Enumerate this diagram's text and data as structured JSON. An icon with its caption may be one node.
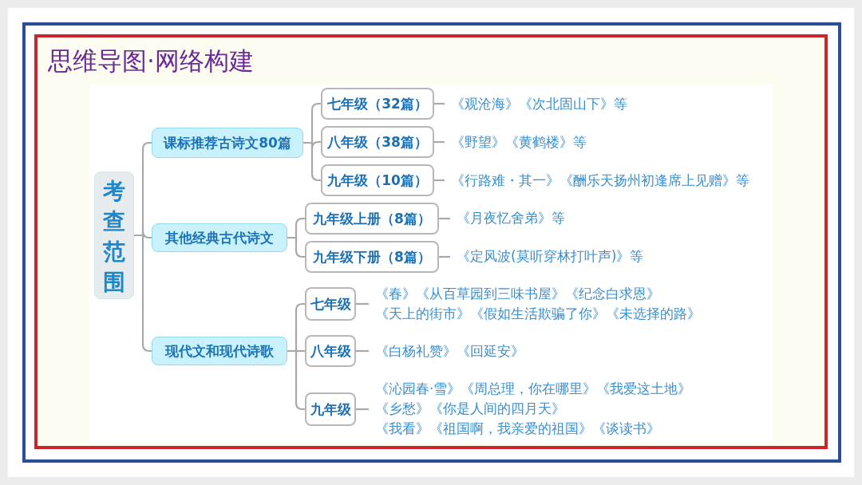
{
  "diagram": {
    "title": "思维导图·网络构建",
    "nodes": [
      {
        "text": [
          "考查范围"
        ]
      },
      {
        "text": [
          "课标推荐古诗文80篇"
        ]
      },
      {
        "text": [
          "其他经典古代诗文"
        ]
      },
      {
        "text": [
          "现代文和现代诗歌"
        ]
      },
      {
        "text": [
          "七年级（32篇）"
        ]
      },
      {
        "text": [
          "八年级（38篇）"
        ]
      },
      {
        "text": [
          "九年级（10篇）"
        ]
      },
      {
        "text": [
          "九年级上册（8篇）"
        ]
      },
      {
        "text": [
          "九年级下册（8篇）"
        ]
      },
      {
        "text": [
          "七年级"
        ]
      },
      {
        "text": [
          "八年级"
        ]
      },
      {
        "text": [
          "九年级"
        ]
      },
      {
        "text": [
          "《观沧海》《次北固山下》等"
        ]
      },
      {
        "text": [
          "《野望》《黄鹤楼》等"
        ]
      },
      {
        "text": [
          "《行路难・其一》《酬乐天扬州初逢席上见赠》等"
        ]
      },
      {
        "text": [
          "《月夜忆舍弟》等"
        ]
      },
      {
        "text": [
          "《定风波(莫听穿林打叶声)》等"
        ]
      },
      {
        "text": [
          "《春》《从百草园到三味书屋》《纪念白求恩》",
          "《天上的街市》《假如生活欺骗了你》《未选择的路》"
        ]
      },
      {
        "text": [
          "《白杨礼赞》《回延安》"
        ]
      },
      {
        "text": [
          "《沁园春·雪》《周总理，你在哪里》《我爱这土地》",
          "《乡愁》《你是人间的四月天》",
          "《我看》《祖国啊，我亲爱的祖国》《谈读书》"
        ]
      }
    ],
    "edges": [
      {
        "from": 0,
        "to": 1,
        "arrow": "none"
      },
      {
        "from": 0,
        "to": 2,
        "arrow": "none"
      },
      {
        "from": 0,
        "to": 3,
        "arrow": "none"
      },
      {
        "from": 1,
        "to": 4,
        "arrow": "none"
      },
      {
        "from": 1,
        "to": 5,
        "arrow": "none"
      },
      {
        "from": 1,
        "to": 6,
        "arrow": "none"
      },
      {
        "from": 2,
        "to": 7,
        "arrow": "none"
      },
      {
        "from": 2,
        "to": 8,
        "arrow": "none"
      },
      {
        "from": 3,
        "to": 9,
        "arrow": "none"
      },
      {
        "from": 3,
        "to": 10,
        "arrow": "none"
      },
      {
        "from": 3,
        "to": 11,
        "arrow": "none"
      },
      {
        "from": 4,
        "to": 12,
        "arrow": "none"
      },
      {
        "from": 5,
        "to": 13,
        "arrow": "none"
      },
      {
        "from": 6,
        "to": 14,
        "arrow": "none"
      },
      {
        "from": 7,
        "to": 15,
        "arrow": "none"
      },
      {
        "from": 8,
        "to": 16,
        "arrow": "none"
      },
      {
        "from": 9,
        "to": 17,
        "arrow": "none"
      },
      {
        "from": 10,
        "to": 18,
        "arrow": "none"
      },
      {
        "from": 11,
        "to": 19,
        "arrow": "none"
      }
    ]
  }
}
